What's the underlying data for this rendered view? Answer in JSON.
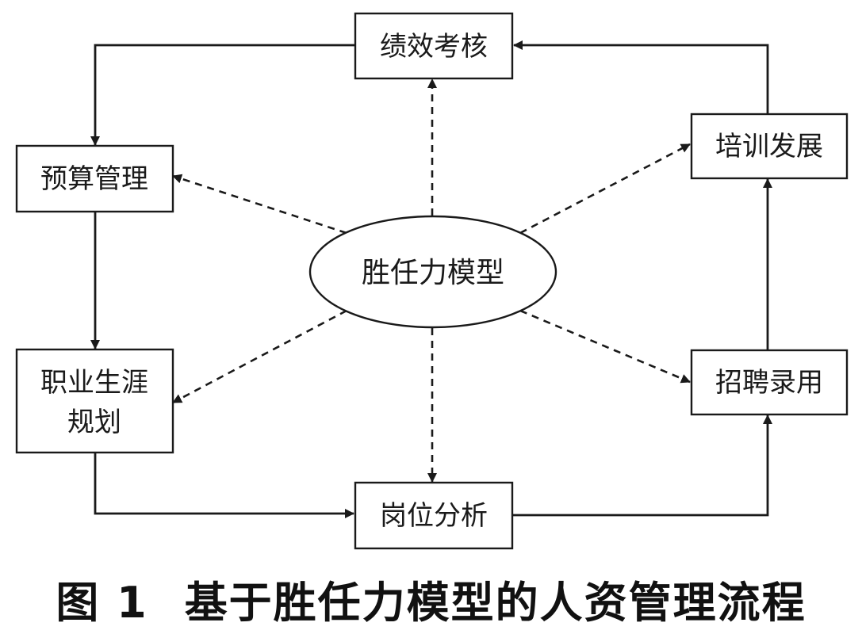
{
  "center": {
    "label": "胜任力模型"
  },
  "nodes": {
    "jixiao": "绩效考核",
    "yusuan": "预算管理",
    "peixun": "培训发展",
    "zhiye_line1": "职业生涯",
    "zhiye_line2": "规划",
    "zhaopin": "招聘录用",
    "gangwei": "岗位分析"
  },
  "caption": {
    "figure_label": "图 1",
    "title": "基于胜任力模型的人资管理流程"
  }
}
